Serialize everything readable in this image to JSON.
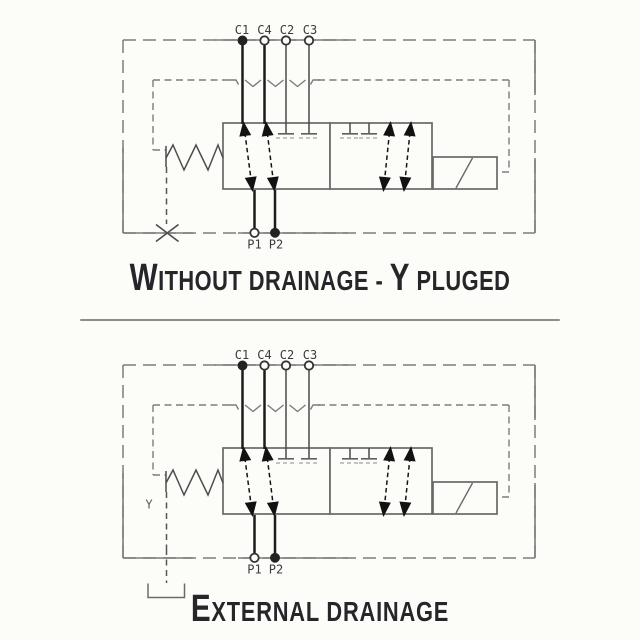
{
  "colors": {
    "background": "#fcfcf9",
    "frame_gray": "#7d7d7d",
    "active_line": "#1c1c1c",
    "title_ink": "#26262a",
    "divider_gray": "#8d8d8d"
  },
  "diagrams": [
    {
      "id": "without-drainage-y-pluged",
      "top_ports": [
        "C1",
        "C4",
        "C2",
        "C3"
      ],
      "bottom_ports": [
        "P1",
        "P2"
      ],
      "title": {
        "lead1": "W",
        "rest1": "ITHOUT DRAINAGE - ",
        "lead2": "Y",
        "rest2": " PLUGED"
      }
    },
    {
      "id": "external-drainage",
      "top_ports": [
        "C1",
        "C4",
        "C2",
        "C3"
      ],
      "bottom_ports": [
        "P1",
        "P2"
      ],
      "drain_label": "Y",
      "title": {
        "lead1": "E",
        "rest1": "XTERNAL DRAINAGE"
      }
    }
  ]
}
